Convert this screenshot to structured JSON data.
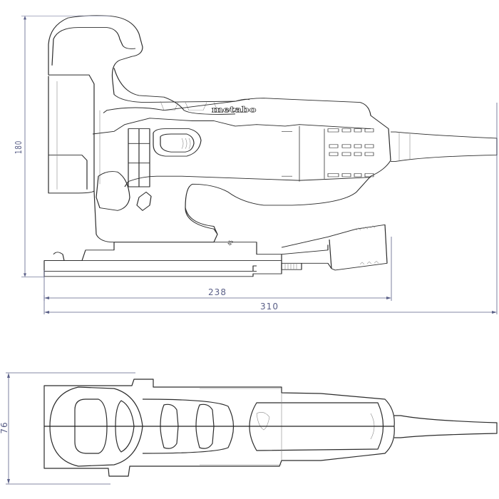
{
  "dimensions": {
    "height": "180",
    "base_length": "238",
    "total_length": "310",
    "width": "76"
  },
  "side_view": {
    "logo": "metabo",
    "bevel_mark": "45"
  },
  "colors": {
    "dimension_lines": "#5b6088",
    "drawing_lines": "#2b2b2b"
  }
}
